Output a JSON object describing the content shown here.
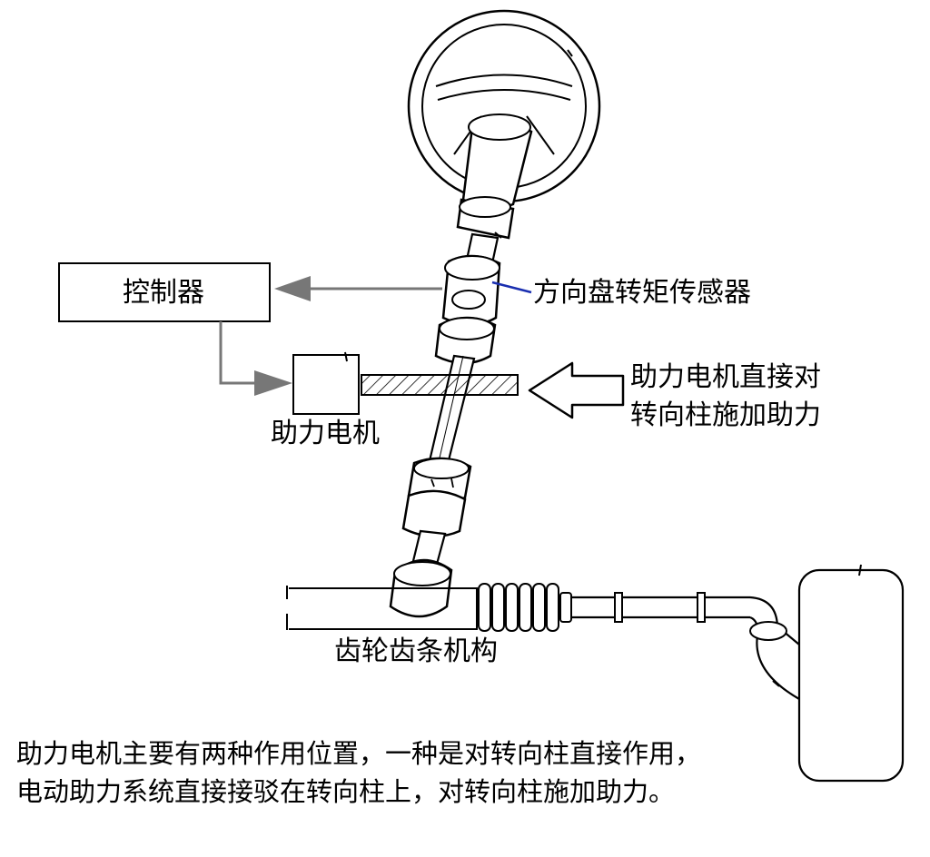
{
  "labels": {
    "controller": "控制器",
    "torque_sensor": "方向盘转矩传感器",
    "assist_motor": "助力电机",
    "column_assist_line1": "助力电机直接对",
    "column_assist_line2": "转向柱施加助力",
    "rack_pinion": "齿轮齿条机构"
  },
  "caption": {
    "line1": "助力电机主要有两种作用位置，一种是对转向柱直接作用，",
    "line2": "电动助力系统直接接驳在转向柱上，对转向柱施加助力。"
  },
  "colors": {
    "line": "#000000",
    "arrow_gray": "#777777",
    "sensor_leader": "#1a2fb0"
  }
}
